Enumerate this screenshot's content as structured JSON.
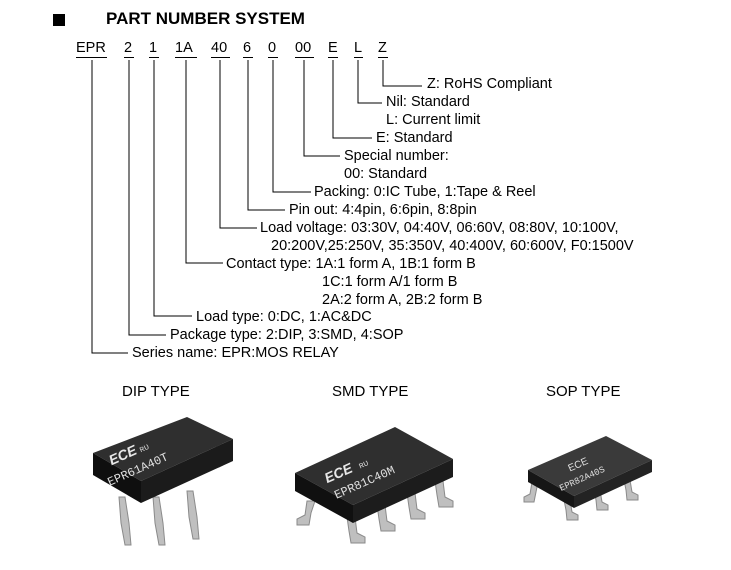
{
  "heading": {
    "title": "PART NUMBER SYSTEM"
  },
  "segments": [
    "EPR",
    "2",
    "1",
    "1A",
    "40",
    "6",
    "0",
    "00",
    "E",
    "L",
    "Z"
  ],
  "labels": {
    "rohs": "Z: RoHS Compliant",
    "nil_standard": "Nil: Standard",
    "current_limit": "L: Current limit",
    "e_standard": "E: Standard",
    "special_number": "Special number:",
    "special_standard": "00: Standard",
    "packing": "Packing: 0:IC Tube, 1:Tape & Reel",
    "pin_out": "Pin out: 4:4pin, 6:6pin, 8:8pin",
    "load_voltage_1": "Load voltage: 03:30V, 04:40V, 06:60V, 08:80V, 10:100V,",
    "load_voltage_2": "20:200V,25:250V, 35:350V, 40:400V, 60:600V, F0:1500V",
    "contact_type_1": "Contact type: 1A:1 form A, 1B:1 form B",
    "contact_type_2": "1C:1 form A/1 form B",
    "contact_type_3": "2A:2 form A, 2B:2 form B",
    "load_type": "Load type: 0:DC, 1:AC&DC",
    "package_type": "Package type: 2:DIP, 3:SMD, 4:SOP",
    "series_name": "Series name: EPR:MOS RELAY"
  },
  "types": {
    "dip": {
      "caption": "DIP TYPE",
      "logo": "ECE",
      "marking": "EPR61A40T"
    },
    "smd": {
      "caption": "SMD TYPE",
      "logo": "ECE",
      "marking": "EPR81C40M"
    },
    "sop": {
      "caption": "SOP TYPE",
      "logo": "ECE",
      "marking": "EPR82A40S"
    }
  }
}
